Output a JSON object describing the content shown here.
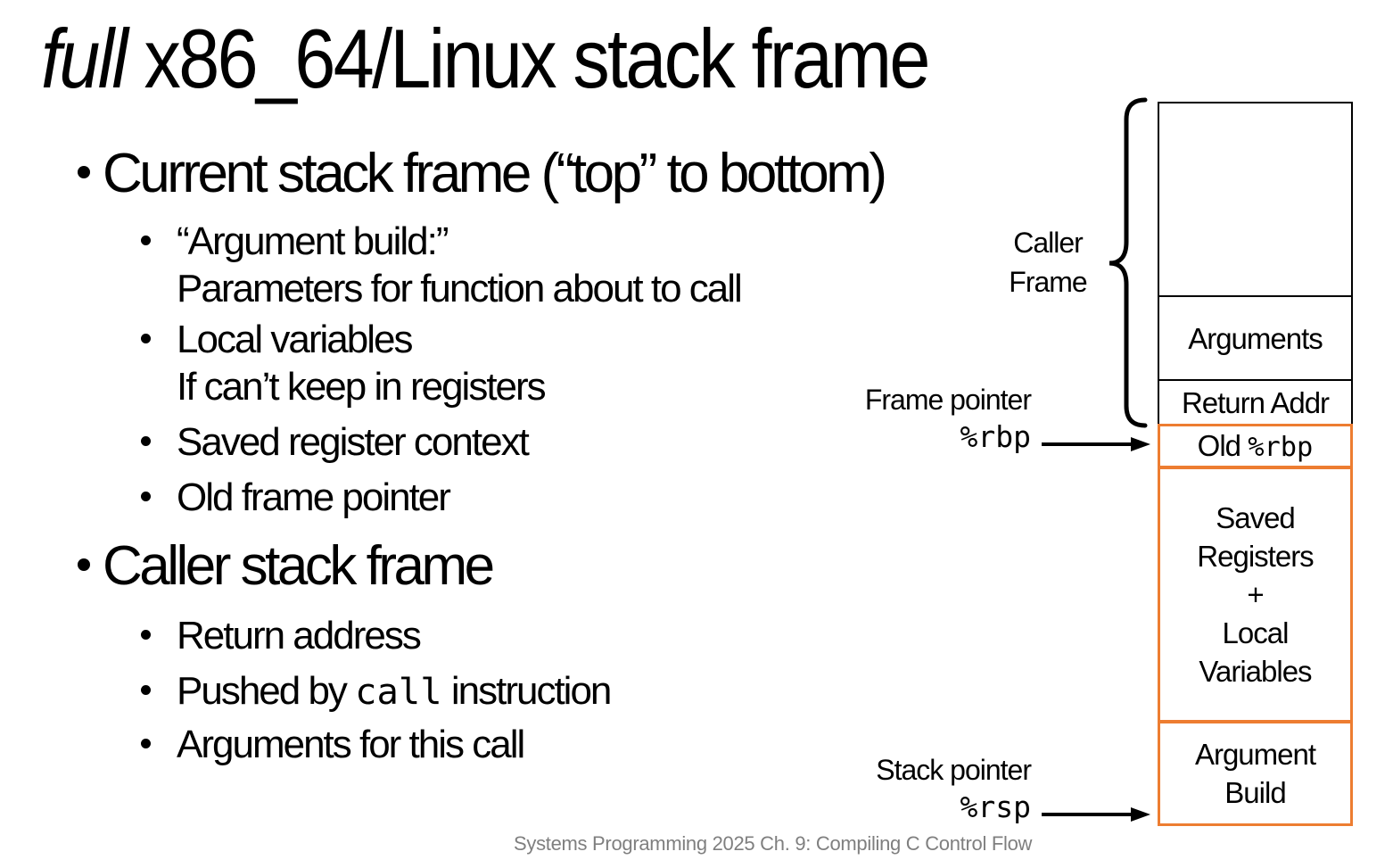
{
  "slide": {
    "title": {
      "italic_part": "full",
      "normal_part": " x86_64/Linux stack frame"
    },
    "bullets": [
      {
        "level": 1,
        "lines": [
          [
            {
              "t": "Current stack frame (“top” to bottom)"
            }
          ]
        ]
      },
      {
        "level": 2,
        "lines": [
          [
            {
              "t": "“Argument build:”"
            }
          ],
          [
            {
              "t": "Parameters for function about to call"
            }
          ]
        ]
      },
      {
        "level": 2,
        "lines": [
          [
            {
              "t": "Local variables"
            }
          ],
          [
            {
              "t": "If can’t keep in registers"
            }
          ]
        ]
      },
      {
        "level": 2,
        "lines": [
          [
            {
              "t": "Saved register context"
            }
          ]
        ]
      },
      {
        "level": 2,
        "lines": [
          [
            {
              "t": "Old frame pointer"
            }
          ]
        ]
      },
      {
        "level": 1,
        "lines": [
          [
            {
              "t": "Caller stack frame"
            }
          ]
        ]
      },
      {
        "level": 2,
        "lines": [
          [
            {
              "t": "Return address"
            }
          ]
        ]
      },
      {
        "level": 2,
        "lines": [
          [
            {
              "t": "Pushed by "
            },
            {
              "t": "call",
              "mono": true
            },
            {
              "t": " instruction"
            }
          ]
        ]
      },
      {
        "level": 2,
        "lines": [
          [
            {
              "t": "Arguments for this call"
            }
          ]
        ]
      }
    ],
    "footer": "Systems Programming 2025 Ch. 9: Compiling C Control Flow"
  },
  "diagram": {
    "caller_frame_label": [
      "Caller",
      "Frame"
    ],
    "frame_pointer_label": "Frame pointer",
    "frame_pointer_register": "%rbp",
    "stack_pointer_label": "Stack pointer",
    "stack_pointer_register": "%rsp",
    "stack_cells": [
      {
        "id": "caller-frame-space",
        "lines": []
      },
      {
        "id": "arguments",
        "lines": [
          [
            {
              "t": "Arguments"
            }
          ]
        ]
      },
      {
        "id": "return-addr",
        "lines": [
          [
            {
              "t": "Return Addr"
            }
          ]
        ]
      },
      {
        "id": "old-rbp",
        "lines": [
          [
            {
              "t": "Old "
            },
            {
              "t": "%rbp",
              "mono": true
            }
          ]
        ]
      },
      {
        "id": "saved-registers-local-variables",
        "lines": [
          [
            {
              "t": "Saved"
            }
          ],
          [
            {
              "t": "Registers"
            }
          ],
          [
            {
              "t": "+"
            }
          ],
          [
            {
              "t": "Local"
            }
          ],
          [
            {
              "t": "Variables"
            }
          ]
        ]
      },
      {
        "id": "argument-build",
        "lines": [
          [
            {
              "t": "Argument"
            }
          ],
          [
            {
              "t": "Build"
            }
          ]
        ]
      }
    ],
    "colors": {
      "highlight": "#ED7D31",
      "line": "#000000",
      "footer_text": "#7F7F7F"
    }
  }
}
